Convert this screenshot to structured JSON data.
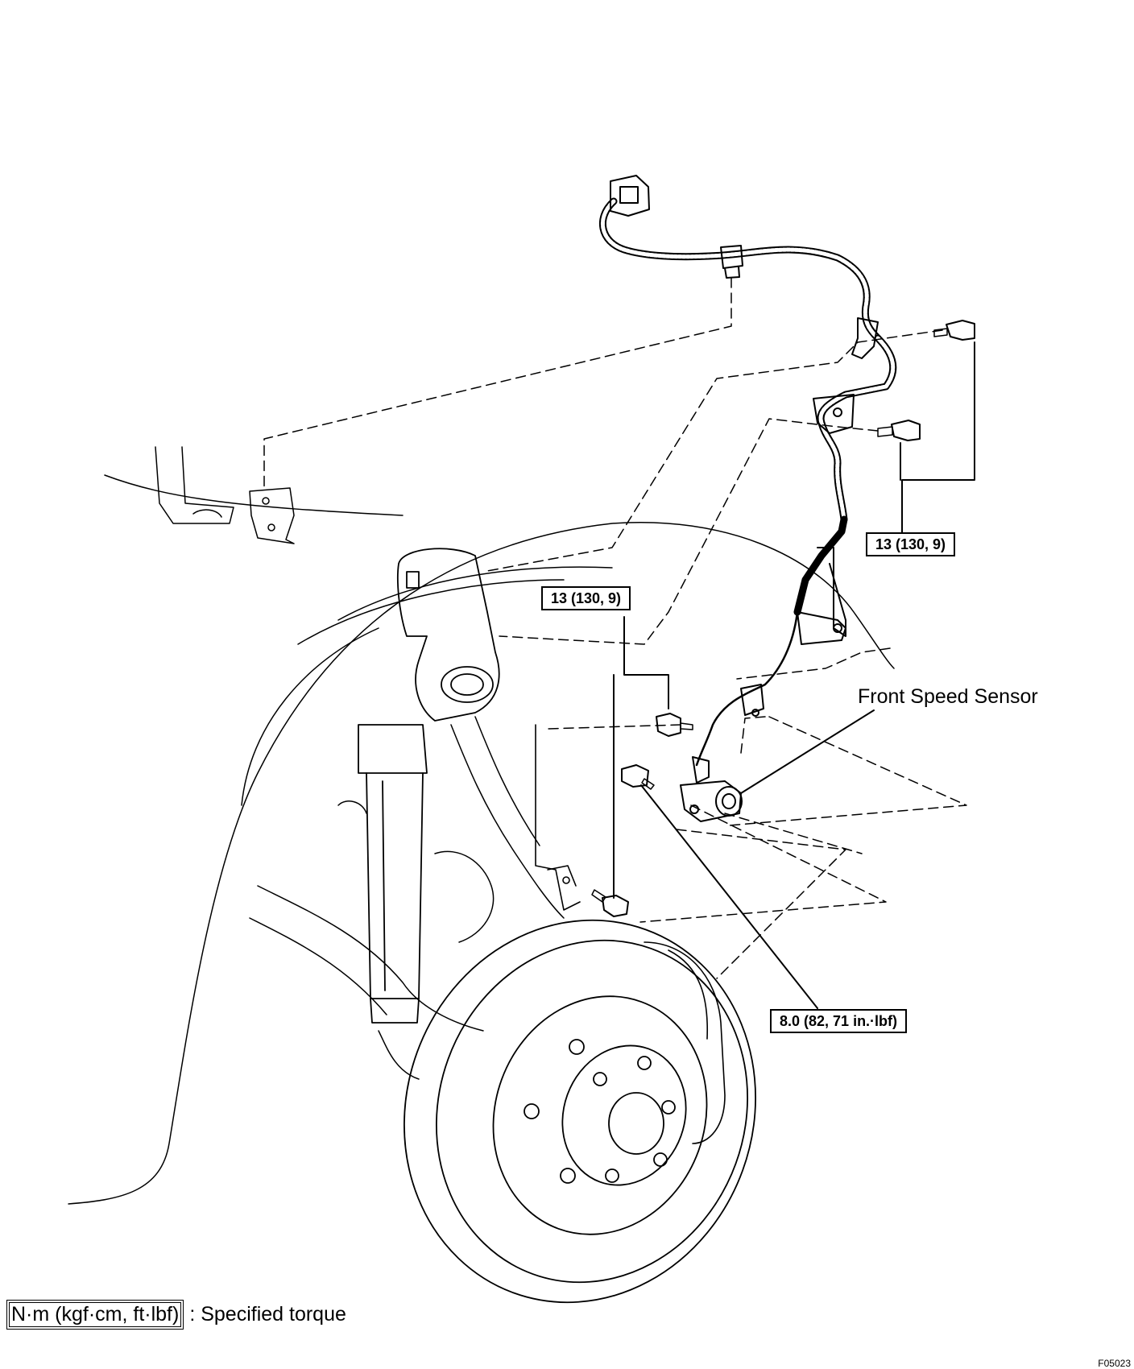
{
  "figure": {
    "callouts": {
      "torque_upper_right": "13 (130, 9)",
      "torque_center": "13 (130, 9)",
      "torque_lower": "8.0 (82, 71 in.·lbf)",
      "component_name": "Front Speed Sensor"
    },
    "legend": {
      "unit_box": "N·m (kgf·cm, ft·lbf)",
      "description": ": Specified torque"
    },
    "figure_code": "F05023"
  },
  "icons": [
    "abs-connector-icon",
    "wire-clamp-icon",
    "bolt-icon",
    "speed-sensor-icon",
    "brake-disc-icon",
    "shock-absorber-icon"
  ]
}
